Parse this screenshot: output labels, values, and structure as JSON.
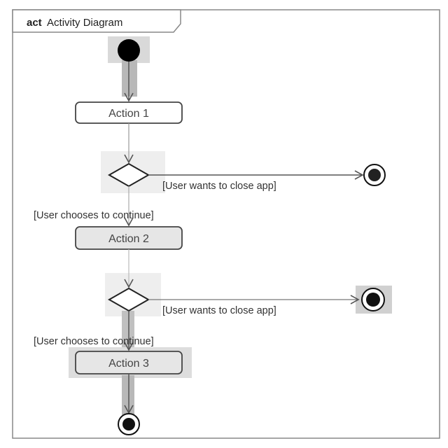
{
  "frame": {
    "keyword": "act",
    "title": "Activity Diagram"
  },
  "actions": [
    {
      "label": "Action 1"
    },
    {
      "label": "Action 2"
    },
    {
      "label": "Action 3"
    }
  ],
  "guards": {
    "close_app_1": "[User wants to close app]",
    "continue_1": "[User chooses to continue]",
    "close_app_2": "[User wants to close app]",
    "continue_2": "[User chooses to continue]"
  },
  "colors": {
    "frame": "#888888",
    "line": "#555555",
    "flow_highlight": "#b8b8b8",
    "node_fill": "#000000",
    "action_fill_plain": "#ffffff",
    "action_fill_shaded": "#e6e6e6",
    "highlight_box": "#d9d9d9"
  }
}
